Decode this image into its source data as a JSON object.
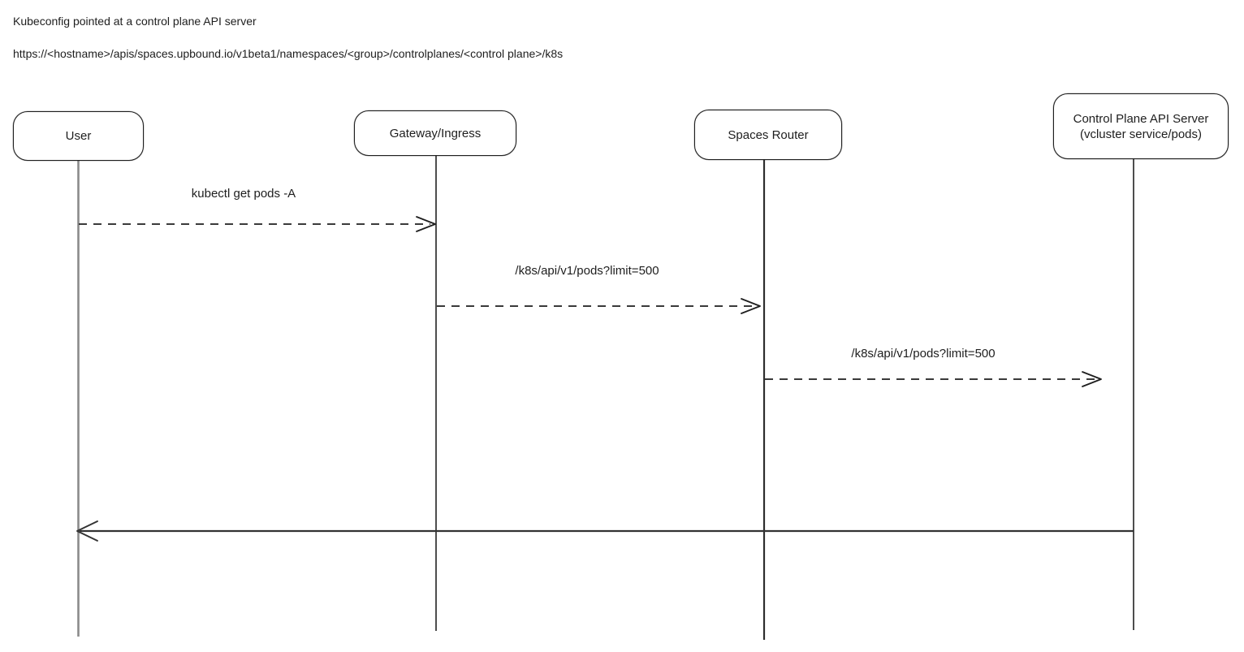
{
  "header": {
    "title": "Kubeconfig pointed at a control plane API server",
    "url": "https://<hostname>/apis/spaces.upbound.io/v1beta1/namespaces/<group>/controlplanes/<control plane>/k8s"
  },
  "diagram": {
    "type": "sequence-diagram",
    "actors": [
      {
        "id": "user",
        "label": "User"
      },
      {
        "id": "gateway",
        "label": "Gateway/Ingress"
      },
      {
        "id": "spaces-router",
        "label": "Spaces Router"
      },
      {
        "id": "control-plane",
        "label": "Control Plane API Server",
        "sublabel": "(vcluster service/pods)"
      }
    ],
    "messages": [
      {
        "from": "user",
        "to": "gateway",
        "label": "kubectl get pods -A",
        "line_style": "dashed"
      },
      {
        "from": "gateway",
        "to": "spaces-router",
        "label": "/k8s/api/v1/pods?limit=500",
        "line_style": "dashed"
      },
      {
        "from": "spaces-router",
        "to": "control-plane",
        "label": "/k8s/api/v1/pods?limit=500",
        "line_style": "dashed"
      },
      {
        "from": "control-plane",
        "to": "user",
        "label": "",
        "line_style": "solid"
      }
    ],
    "colors": {
      "stroke": "#1e1e1e",
      "lifeline_gray": "#8a8a8a",
      "background": "#ffffff"
    }
  }
}
